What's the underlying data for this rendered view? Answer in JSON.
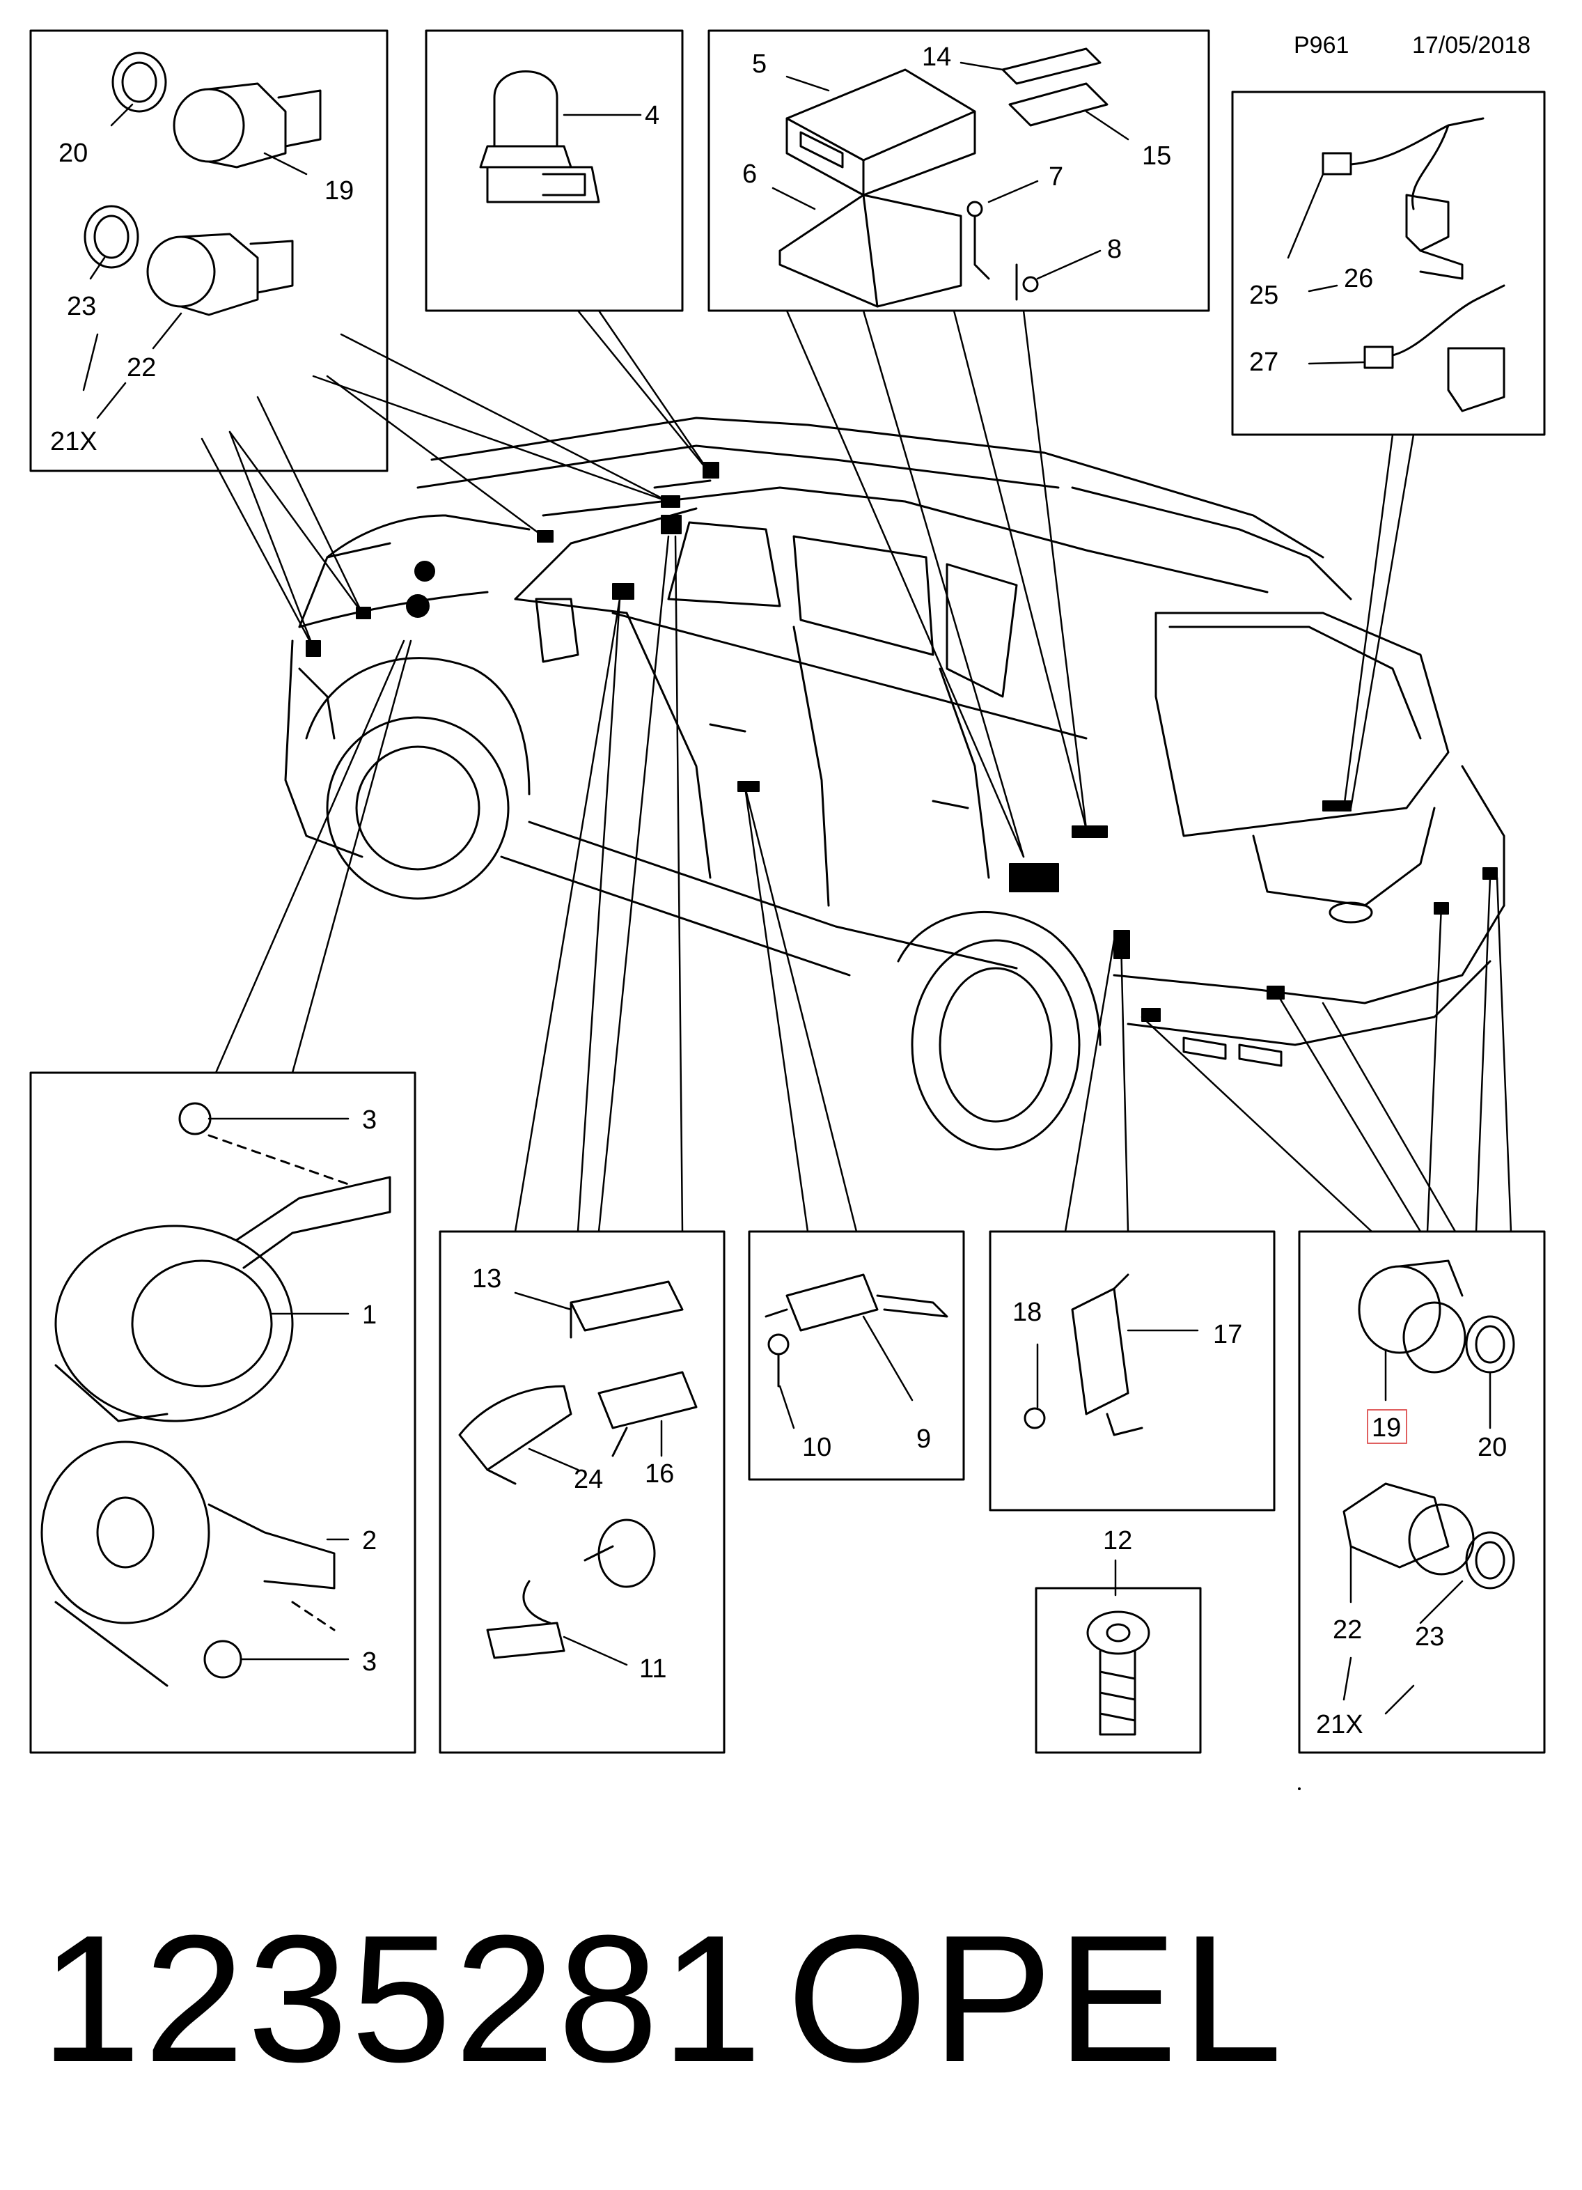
{
  "header": {
    "page_code": "P961",
    "date": "17/05/2018"
  },
  "footer": {
    "part_number": "1235281",
    "brand": "OPEL"
  },
  "highlighted_callout": "19",
  "panels": {
    "top_left": [
      "20",
      "19",
      "23",
      "22",
      "21X"
    ],
    "top_center": [
      "4"
    ],
    "top_control": [
      "5",
      "14",
      "6",
      "7",
      "15",
      "8"
    ],
    "top_right": [
      "25",
      "26",
      "27"
    ],
    "bottom_horn": [
      "3",
      "1",
      "2",
      "3"
    ],
    "bottom_mid_left": [
      "13",
      "24",
      "16",
      "11"
    ],
    "bottom_antenna": [
      "10",
      "9"
    ],
    "bottom_module": [
      "18",
      "17"
    ],
    "bottom_bolt": [
      "12"
    ],
    "bottom_sensor": [
      "19",
      "20",
      "22",
      "23",
      "21X"
    ]
  }
}
